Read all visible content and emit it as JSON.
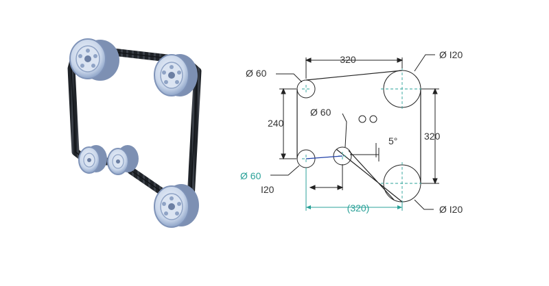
{
  "colors": {
    "line": "#222222",
    "center": "#2aa198",
    "accent_text": "#2aa198",
    "belt": "#1f2328",
    "pulley_face": "#c9d6ea",
    "pulley_rim": "#9fb3d4",
    "hub": "#8fa3c5",
    "blue_line": "#1f3fa8"
  },
  "illustration": {
    "label": "3D belt and pulley assembly"
  },
  "drawing": {
    "dims": {
      "top_width": "320",
      "bottom_width": "(320)",
      "left_height": "240",
      "right_height": "320",
      "offset": "I20",
      "angle": "5°"
    },
    "diameters": {
      "top_left": "Ø 60",
      "top_right": "Ø I20",
      "idler": "Ø 60",
      "bottom_left": "Ø 60",
      "bottom_right": "Ø I20"
    }
  }
}
